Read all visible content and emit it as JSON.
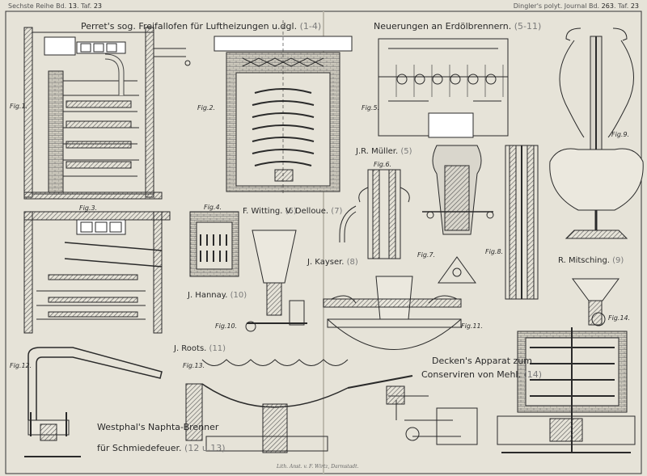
{
  "header": {
    "left_series": "Sechste Reihe Bd.",
    "left_volume": "13",
    "left_plate": ". Taf.",
    "left_plate_no": "23",
    "right_journal": "Dingler's polyt. Journal Bd.",
    "right_volume": "263",
    "right_plate": ". Taf.",
    "right_plate_no": "23"
  },
  "titles": {
    "perret": "Perret's sog. Freifallofen für Luftheizungen u.dgl.",
    "perret_figs": "(1-4)",
    "erdoel": "Neuerungen an Erdölbrennern.",
    "erdoel_figs": "(5-11)",
    "mueller": "J.R. Müller.",
    "mueller_figs": "(5)",
    "witting": "F. Witting.",
    "witting_figs": "(6)",
    "delloue": "V. Delloue.",
    "delloue_figs": "(7)",
    "kayser": "J. Kayser.",
    "kayser_figs": "(8)",
    "mitsching": "R. Mitsching.",
    "mitsching_figs": "(9)",
    "hannay": "J. Hannay.",
    "hannay_figs": "(10)",
    "roots": "J. Roots.",
    "roots_figs": "(11)",
    "decken_line1": "Decken's Apparat zum",
    "decken_line2": "Conserviren von Mehl.",
    "decken_figs": "(14)",
    "westphal_line1": "Westphal's Naphta-Brenner",
    "westphal_line2": "für Schmiedefeuer.",
    "westphal_figs": "(12 u.13)"
  },
  "figure_labels": {
    "fig1": "Fig.1.",
    "fig2": "Fig.2.",
    "fig3": "Fig.3.",
    "fig4": "Fig.4.",
    "fig5": "Fig.5.",
    "fig6": "Fig.6.",
    "fig7": "Fig.7.",
    "fig8": "Fig.8.",
    "fig9": "Fig.9.",
    "fig10": "Fig.10.",
    "fig11": "Fig.11.",
    "fig12": "Fig.12.",
    "fig13": "Fig.13.",
    "fig14": "Fig.14."
  },
  "imprint": "Lith. Anst. v. F. Wirtz, Darmstadt.",
  "colors": {
    "paper": "#e6e3d8",
    "ink": "#2a2a2a",
    "hatch": "#6b6b6b",
    "faint": "#7a7a7a"
  }
}
